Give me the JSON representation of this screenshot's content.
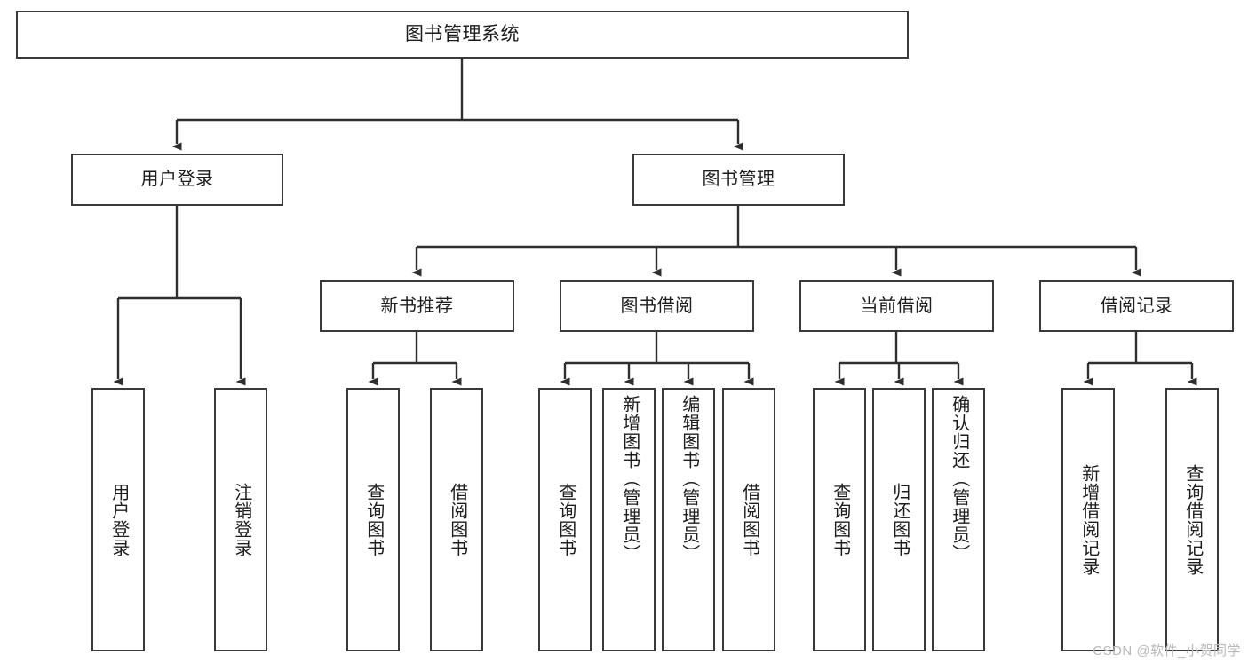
{
  "diagram": {
    "title": "图书管理系统",
    "type": "tree-hierarchy-chart",
    "root": {
      "label": "图书管理系统"
    },
    "level2": [
      {
        "label": "用户登录"
      },
      {
        "label": "图书管理"
      }
    ],
    "level3": [
      {
        "label": "新书推荐"
      },
      {
        "label": "图书借阅"
      },
      {
        "label": "当前借阅"
      },
      {
        "label": "借阅记录"
      }
    ],
    "leaves": {
      "user_login": [
        {
          "label": "用户登录"
        },
        {
          "label": "注销登录"
        }
      ],
      "new_book_recommend": [
        {
          "label": "查询图书"
        },
        {
          "label": "借阅图书"
        }
      ],
      "book_borrow": [
        {
          "label": "查询图书"
        },
        {
          "label": "新增图书（管理员）"
        },
        {
          "label": "编辑图书（管理员）"
        },
        {
          "label": "借阅图书"
        }
      ],
      "current_borrow": [
        {
          "label": "查询图书"
        },
        {
          "label": "归还图书"
        },
        {
          "label": "确认归还（管理员）"
        }
      ],
      "borrow_record": [
        {
          "label": "新增借阅记录"
        },
        {
          "label": "查询借阅记录"
        }
      ]
    }
  },
  "watermark": {
    "text": "CSDN @软件_小贺同学"
  },
  "colors": {
    "border": "#3a3a3a",
    "text": "#1d1d1d",
    "background": "#ffffff",
    "watermark": "#b9b9b9"
  }
}
